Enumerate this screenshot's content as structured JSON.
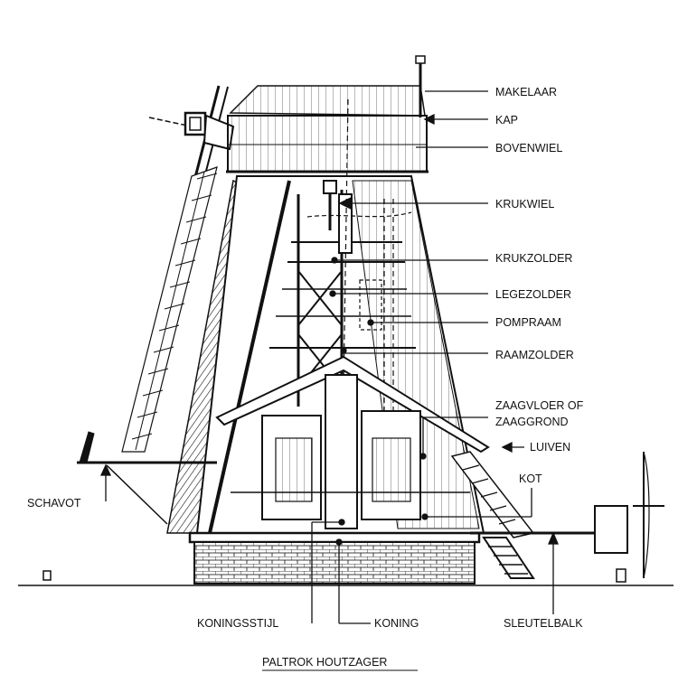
{
  "title": "PALTROK HOUTZAGER",
  "labels": {
    "makelaar": "MAKELAAR",
    "kap": "KAP",
    "bovenwiel": "BOVENWIEL",
    "krukwiel": "KRUKWIEL",
    "krukzolder": "KRUKZOLDER",
    "legezolder": "LEGEZOLDER",
    "pompraam": "POMPRAAM",
    "raamzolder": "RAAMZOLDER",
    "zaagvloer_line1": "ZAAGVLOER OF",
    "zaagvloer_line2": "ZAAGGROND",
    "luiven": "LUIVEN",
    "kot": "KOT",
    "schavot": "SCHAVOT",
    "koningsstijl": "KONINGSSTIJL",
    "koning": "KONING",
    "sleutelbalk": "SLEUTELBALK"
  },
  "colors": {
    "ink": "#111111",
    "paper": "#ffffff"
  }
}
